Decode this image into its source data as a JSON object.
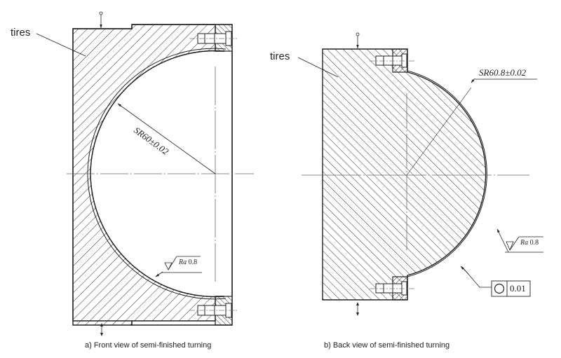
{
  "figure_a": {
    "label": "tires",
    "caption": "a) Front view of semi-finished turning",
    "dimension": "SR60±0.02",
    "roughness": {
      "symbol": "Ra",
      "value": "0.8"
    }
  },
  "figure_b": {
    "label": "tires",
    "caption": "b) Back view of semi-finished turning",
    "dimension": "SR60.8±0.02",
    "roughness": {
      "symbol": "Ra",
      "value": "0.8"
    },
    "tolerance": {
      "symbol": "circularity",
      "value": "0.01"
    }
  },
  "colors": {
    "line": "#222222",
    "centerline": "#777777",
    "hatch": "#333333"
  }
}
